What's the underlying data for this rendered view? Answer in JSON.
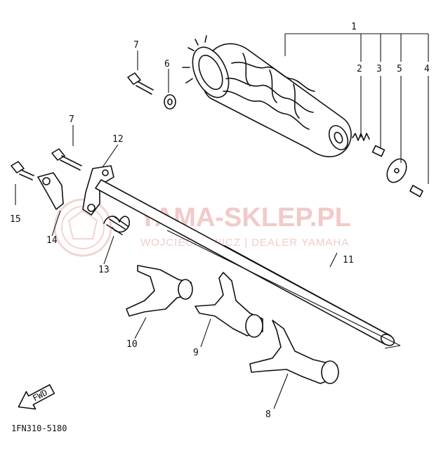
{
  "diagram": {
    "code": "1FN310-5180",
    "fwd_label": "FWD",
    "callouts": [
      "1",
      "2",
      "3",
      "4",
      "5",
      "6",
      "7",
      "7",
      "8",
      "9",
      "10",
      "11",
      "12",
      "13",
      "14",
      "15"
    ]
  },
  "watermark": {
    "brand": "YAMA-SKLEP.PL",
    "sub": "WOJCIECHOWICZ | DEALER YAMAHA"
  }
}
